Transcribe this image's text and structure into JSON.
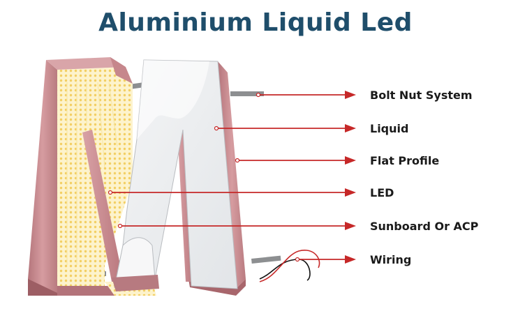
{
  "title": "Aluminium Liquid Led",
  "colors": {
    "title": "#1f4e6b",
    "callout": "#c62828",
    "aluminium": "#c9888d",
    "aluminium_dark": "#a86a70",
    "led_panel": "#fdf3cc",
    "led_dot": "#f6d36a",
    "liquid_face": "#eef0f2"
  },
  "callouts": [
    {
      "id": "bolt",
      "label": "Bolt Nut System"
    },
    {
      "id": "liquid",
      "label": "Liquid"
    },
    {
      "id": "flat",
      "label": "Flat Profile"
    },
    {
      "id": "led",
      "label": "LED"
    },
    {
      "id": "sunboard",
      "label": "Sunboard Or ACP"
    },
    {
      "id": "wiring",
      "label": "Wiring"
    }
  ]
}
